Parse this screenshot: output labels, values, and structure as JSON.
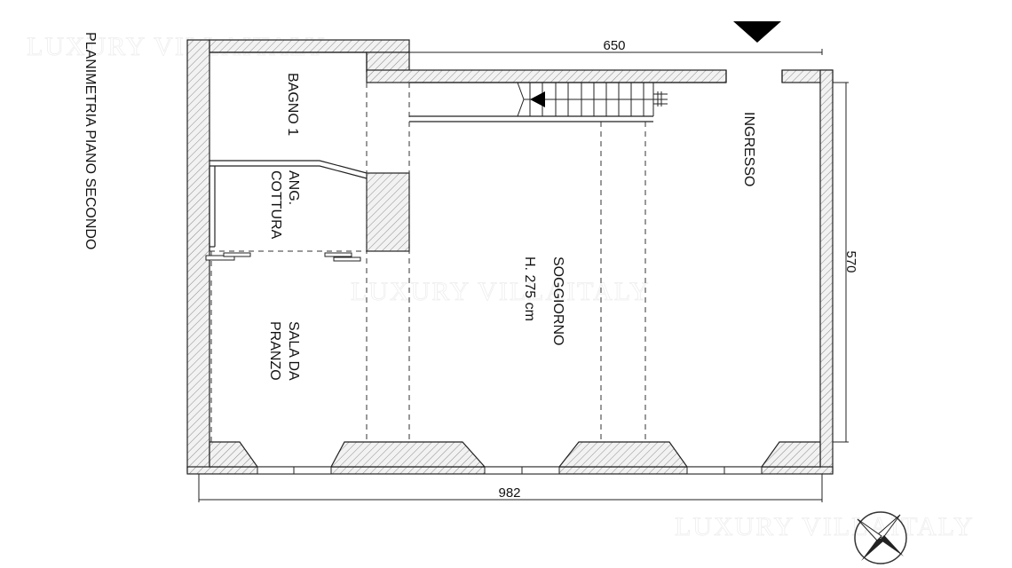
{
  "title": "PLANIMETRIA PIANO SECONDO",
  "rooms": {
    "bagno": "BAGNO 1",
    "angolo_cottura_1": "ANG.",
    "angolo_cottura_2": "COTTURA",
    "sala_1": "SALA DA",
    "sala_2": "PRANZO",
    "soggiorno": "SOGGIORNO",
    "soggiorno_height": "H. 275 cm",
    "ingresso": "INGRESSO"
  },
  "dimensions": {
    "top": "650",
    "bottom": "982",
    "right": "570"
  },
  "watermark": "LUXURY VILLAITALY",
  "colors": {
    "line": "#222222",
    "hatch": "#777777",
    "wall_fill": "#f0f0f0",
    "arrow": "#000000"
  },
  "icons": {
    "entrance": "entrance-arrow-icon",
    "compass": "compass-rose-icon"
  }
}
